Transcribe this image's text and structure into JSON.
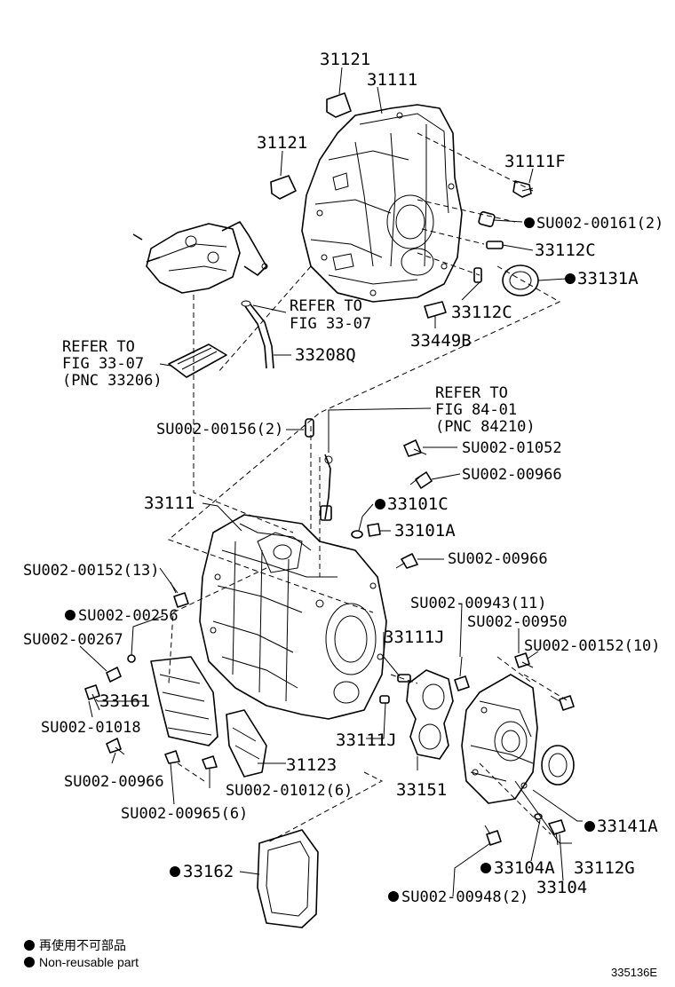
{
  "labels": {
    "p31121_top": "31121",
    "p31111_top": "31111",
    "p31121_left": "31121",
    "p31111F": "31111F",
    "su00161": "SU002-00161(2)",
    "p33112C_a": "33112C",
    "p33131A": "33131A",
    "refer_3307_r1": "REFER TO",
    "refer_3307_r2": "FIG 33-07",
    "p33112C_b": "33112C",
    "p33449B": "33449B",
    "p33208Q": "33208Q",
    "refer_l1": "REFER TO",
    "refer_l2": "FIG 33-07",
    "refer_l3": "(PNC 33206)",
    "refer_84_1": "REFER TO",
    "refer_84_2": "FIG 84-01",
    "refer_84_3": "(PNC 84210)",
    "su00156": "SU002-00156(2)",
    "su01052": "SU002-01052",
    "su00966_a": "SU002-00966",
    "p33111_mid": "33111",
    "p33101C": "33101C",
    "p33101A": "33101A",
    "su00152_13": "SU002-00152(13)",
    "su00966_b": "SU002-00966",
    "su00256": "SU002-00256",
    "su00943": "SU002-00943(11)",
    "su00950": "SU002-00950",
    "su00267": "SU002-00267",
    "p33111J_a": "33111J",
    "su00152_10": "SU002-00152(10)",
    "p33161": "33161",
    "su01018": "SU002-01018",
    "p33111J_b": "33111J",
    "su00966_c": "SU002-00966",
    "p31123": "31123",
    "su01012": "SU002-01012(6)",
    "p33151": "33151",
    "su00965": "SU002-00965(6)",
    "p33141A": "33141A",
    "p33162": "33162",
    "p33104A": "33104A",
    "p33112G": "33112G",
    "su00948": "SU002-00948(2)",
    "p33104": "33104"
  },
  "legend": {
    "line1": "再使用不可部品",
    "line2": "Non-reusable part"
  },
  "figure_id": "335136E"
}
